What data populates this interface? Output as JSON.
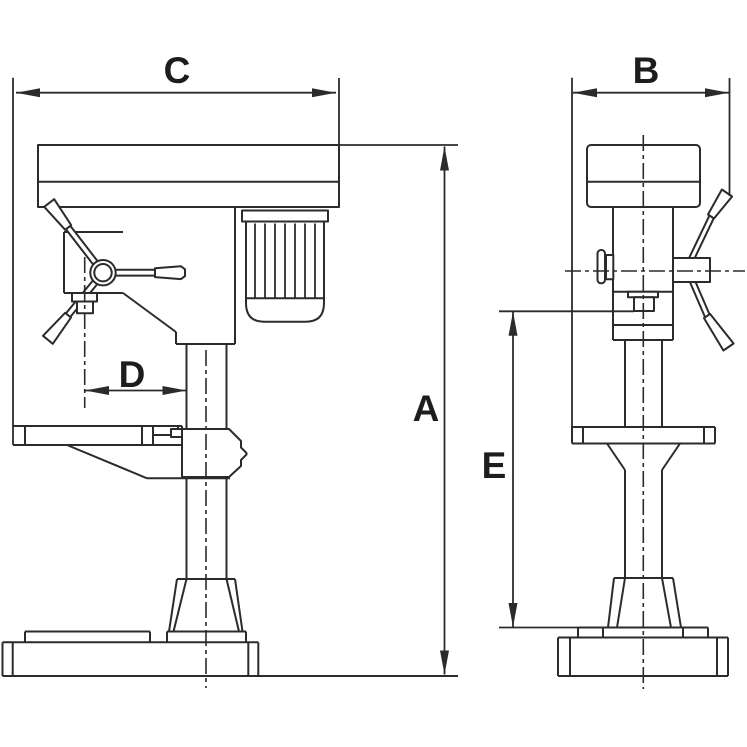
{
  "drawing": {
    "type": "technical-dimension-drawing",
    "subject": "bench drill press, side and front elevations",
    "labels": {
      "A": "A",
      "B": "B",
      "C": "C",
      "D": "D",
      "E": "E"
    },
    "colors": {
      "line": "#2b2b2b",
      "background": "#ffffff",
      "text": "#1d1d1d"
    }
  }
}
